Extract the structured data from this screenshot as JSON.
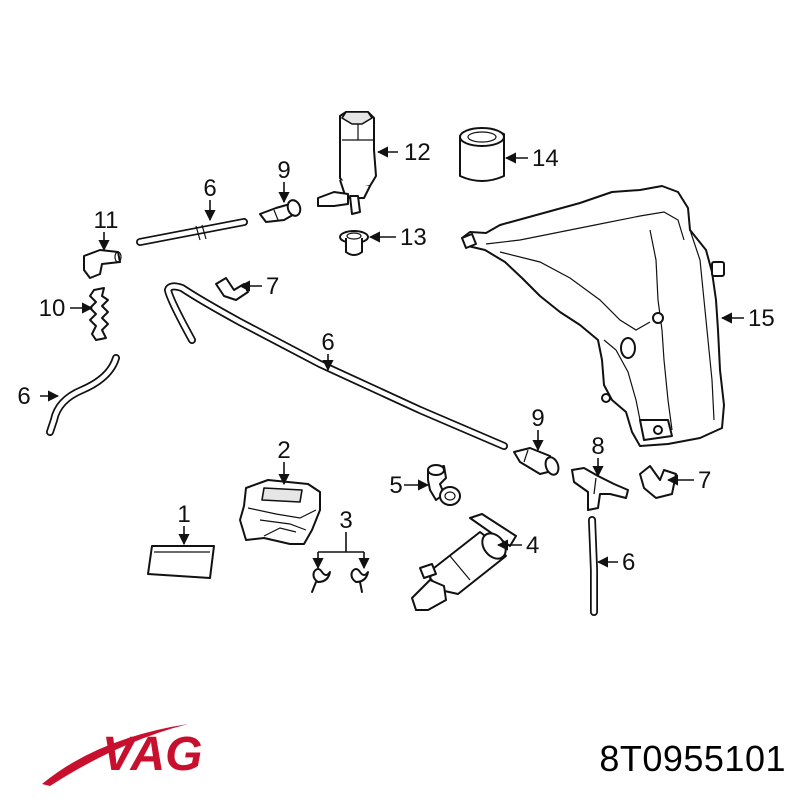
{
  "diagram": {
    "callouts": {
      "c1": "1",
      "c2": "2",
      "c3": "3",
      "c4": "4",
      "c5": "5",
      "c6a": "6",
      "c6b": "6",
      "c6c": "6",
      "c6d": "6",
      "c7a": "7",
      "c7b": "7",
      "c8": "8",
      "c9a": "9",
      "c9b": "9",
      "c10": "10",
      "c11": "11",
      "c12": "12",
      "c13": "13",
      "c14": "14",
      "c15": "15"
    }
  },
  "brand": {
    "logo_text": "VAG",
    "logo_color": "#c8102e"
  },
  "part_number": "8T0955101"
}
